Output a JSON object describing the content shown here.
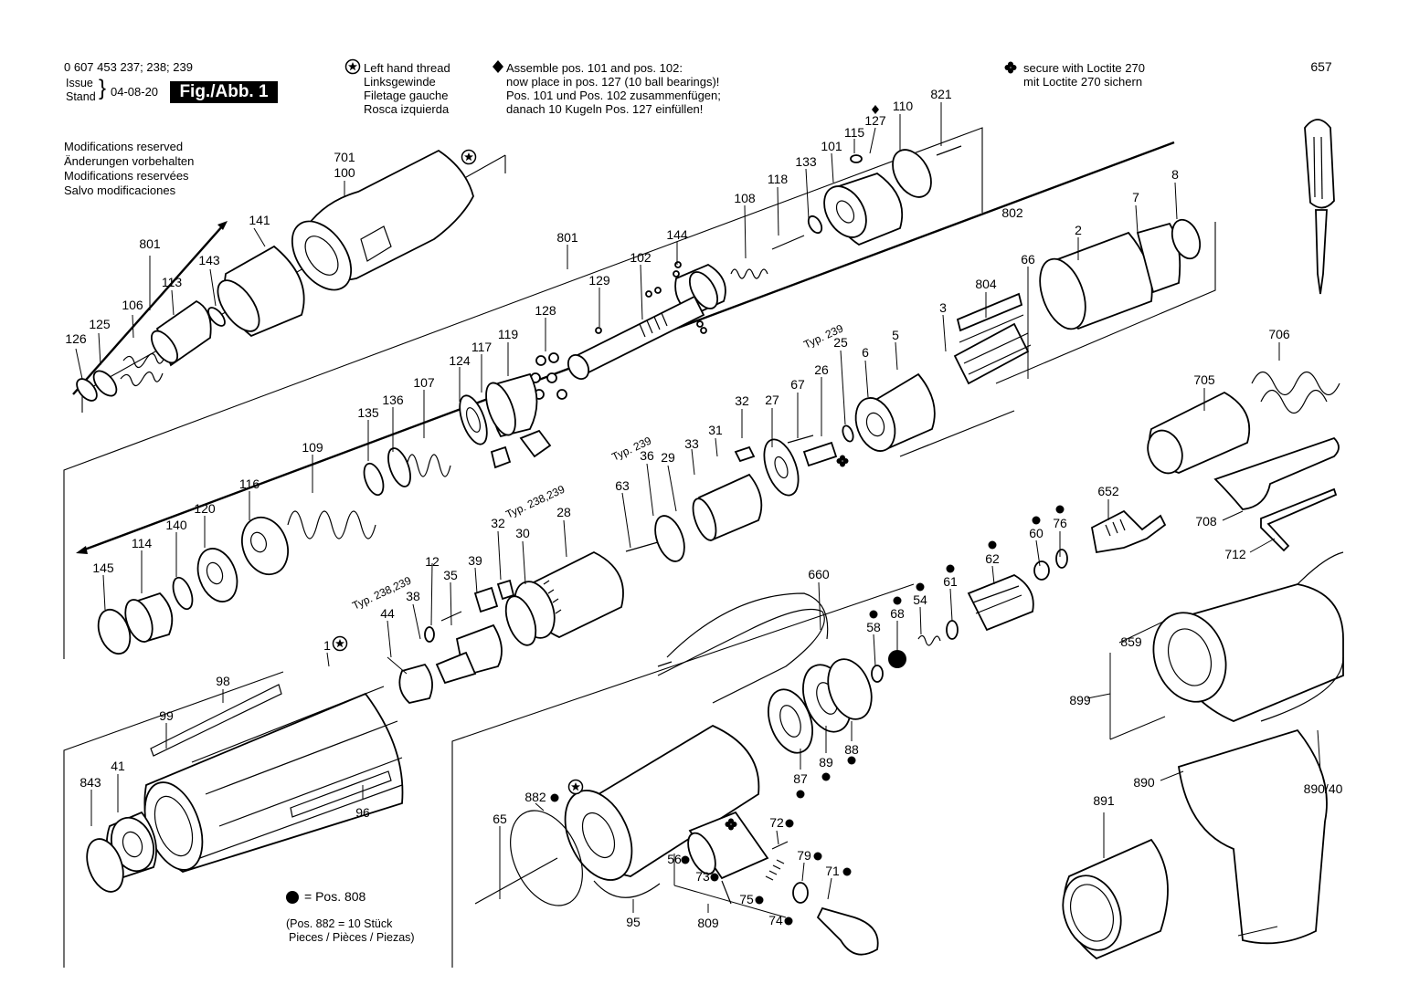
{
  "header": {
    "part_numbers": "0 607 453 237; 238; 239",
    "issue_label": "Issue",
    "stand_label": "Stand",
    "issue_date": "04-08-20",
    "figure_label": "Fig./Abb. 1"
  },
  "modifications": [
    "Modifications reserved",
    "Änderungen vorbehalten",
    "Modifications reservées",
    "Salvo modificaciones"
  ],
  "left_hand_thread": [
    "Left hand thread",
    "Linksgewinde",
    "Filetage gauche",
    "Rosca izquierda"
  ],
  "assemble_note": [
    "Assemble pos. 101 and pos. 102:",
    "now place in pos. 127 (10 ball bearings)!",
    "Pos. 101 und Pos. 102 zusammenfügen;",
    "danach 10 Kugeln Pos. 127 einfüllen!"
  ],
  "loctite_note": [
    "secure with Loctite 270",
    "mit Loctite 270 sichern"
  ],
  "legend": {
    "dot_text": "= Pos. 808",
    "footnote_line1": "(Pos. 882 = 10 Stück",
    "footnote_line2": "Pieces / Pièces / Piezas)"
  },
  "icons": {
    "left_hand_thread": "star-in-circle-icon",
    "assemble": "diamond-icon",
    "loctite": "four-leaf-clover-icon",
    "pos808": "filled-dot-icon"
  },
  "part_labels": [
    {
      "id": "657",
      "t": "657"
    },
    {
      "id": "701",
      "t": "701"
    },
    {
      "id": "100",
      "t": "100"
    },
    {
      "id": "141",
      "t": "141"
    },
    {
      "id": "801a",
      "t": "801"
    },
    {
      "id": "143",
      "t": "143"
    },
    {
      "id": "113",
      "t": "113"
    },
    {
      "id": "106",
      "t": "106"
    },
    {
      "id": "125",
      "t": "125"
    },
    {
      "id": "126",
      "t": "126"
    },
    {
      "id": "821",
      "t": "821"
    },
    {
      "id": "110",
      "t": "110"
    },
    {
      "id": "127",
      "t": "127"
    },
    {
      "id": "115",
      "t": "115"
    },
    {
      "id": "101",
      "t": "101"
    },
    {
      "id": "133",
      "t": "133"
    },
    {
      "id": "118",
      "t": "118"
    },
    {
      "id": "108",
      "t": "108"
    },
    {
      "id": "144",
      "t": "144"
    },
    {
      "id": "102",
      "t": "102"
    },
    {
      "id": "129",
      "t": "129"
    },
    {
      "id": "801b",
      "t": "801"
    },
    {
      "id": "128",
      "t": "128"
    },
    {
      "id": "119",
      "t": "119"
    },
    {
      "id": "117",
      "t": "117"
    },
    {
      "id": "124",
      "t": "124"
    },
    {
      "id": "107",
      "t": "107"
    },
    {
      "id": "136",
      "t": "136"
    },
    {
      "id": "135",
      "t": "135"
    },
    {
      "id": "109",
      "t": "109"
    },
    {
      "id": "116",
      "t": "116"
    },
    {
      "id": "120",
      "t": "120"
    },
    {
      "id": "140",
      "t": "140"
    },
    {
      "id": "114",
      "t": "114"
    },
    {
      "id": "145",
      "t": "145"
    },
    {
      "id": "802",
      "t": "802"
    },
    {
      "id": "7",
      "t": "7"
    },
    {
      "id": "8",
      "t": "8"
    },
    {
      "id": "2",
      "t": "2"
    },
    {
      "id": "66",
      "t": "66"
    },
    {
      "id": "804",
      "t": "804"
    },
    {
      "id": "3",
      "t": "3"
    },
    {
      "id": "5",
      "t": "5"
    },
    {
      "id": "6",
      "t": "6"
    },
    {
      "id": "25",
      "t": "25"
    },
    {
      "id": "26",
      "t": "26"
    },
    {
      "id": "67",
      "t": "67"
    },
    {
      "id": "27",
      "t": "27"
    },
    {
      "id": "32a",
      "t": "32"
    },
    {
      "id": "31",
      "t": "31"
    },
    {
      "id": "33",
      "t": "33"
    },
    {
      "id": "36",
      "t": "36"
    },
    {
      "id": "29",
      "t": "29"
    },
    {
      "id": "63",
      "t": "63"
    },
    {
      "id": "28",
      "t": "28"
    },
    {
      "id": "30",
      "t": "30"
    },
    {
      "id": "32b",
      "t": "32"
    },
    {
      "id": "39",
      "t": "39"
    },
    {
      "id": "12",
      "t": "12"
    },
    {
      "id": "35",
      "t": "35"
    },
    {
      "id": "38",
      "t": "38"
    },
    {
      "id": "44",
      "t": "44"
    },
    {
      "id": "1",
      "t": "1"
    },
    {
      "id": "98",
      "t": "98"
    },
    {
      "id": "99",
      "t": "99"
    },
    {
      "id": "41",
      "t": "41"
    },
    {
      "id": "843",
      "t": "843"
    },
    {
      "id": "96",
      "t": "96"
    },
    {
      "id": "706",
      "t": "706"
    },
    {
      "id": "705",
      "t": "705"
    },
    {
      "id": "652",
      "t": "652"
    },
    {
      "id": "76",
      "t": "76"
    },
    {
      "id": "60",
      "t": "60"
    },
    {
      "id": "62",
      "t": "62"
    },
    {
      "id": "708",
      "t": "708"
    },
    {
      "id": "712",
      "t": "712"
    },
    {
      "id": "660",
      "t": "660"
    },
    {
      "id": "61",
      "t": "61"
    },
    {
      "id": "54",
      "t": "54"
    },
    {
      "id": "68",
      "t": "68"
    },
    {
      "id": "58",
      "t": "58"
    },
    {
      "id": "859",
      "t": "859"
    },
    {
      "id": "899",
      "t": "899"
    },
    {
      "id": "88",
      "t": "88"
    },
    {
      "id": "89",
      "t": "89"
    },
    {
      "id": "87",
      "t": "87"
    },
    {
      "id": "882",
      "t": "882"
    },
    {
      "id": "65",
      "t": "65"
    },
    {
      "id": "95",
      "t": "95"
    },
    {
      "id": "56",
      "t": "56"
    },
    {
      "id": "73",
      "t": "73"
    },
    {
      "id": "809",
      "t": "809"
    },
    {
      "id": "75",
      "t": "75"
    },
    {
      "id": "74",
      "t": "74"
    },
    {
      "id": "72",
      "t": "72"
    },
    {
      "id": "79",
      "t": "79"
    },
    {
      "id": "71",
      "t": "71"
    },
    {
      "id": "890",
      "t": "890"
    },
    {
      "id": "890_40",
      "t": "890/40"
    },
    {
      "id": "891",
      "t": "891"
    }
  ],
  "type_labels": [
    {
      "id": "typ239a",
      "t": "Typ. 239"
    },
    {
      "id": "typ239b",
      "t": "Typ. 239"
    },
    {
      "id": "typ238_239a",
      "t": "Typ. 238,239"
    },
    {
      "id": "typ238_239b",
      "t": "Typ. 238,239"
    }
  ]
}
